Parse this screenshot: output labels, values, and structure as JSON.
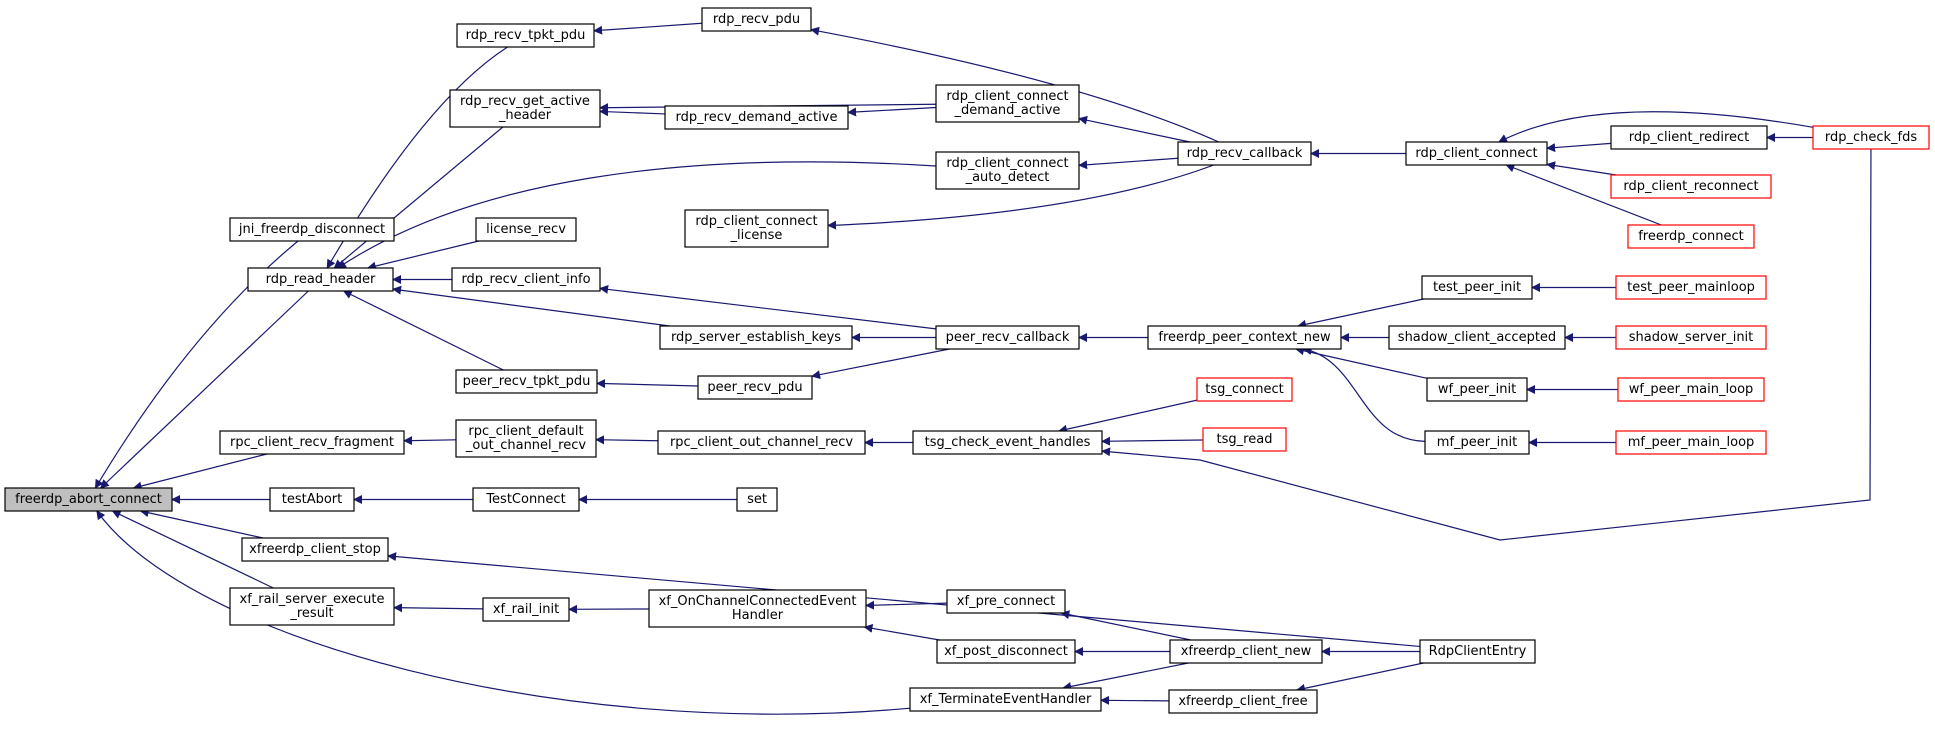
{
  "diagram": {
    "kind": "caller graph",
    "colors": {
      "edge": "#191970",
      "node_border": "#000000",
      "truncated_border": "#ff0000",
      "focus_fill": "#bfbfbf"
    },
    "nodes": [
      {
        "id": "n0",
        "lines": [
          "freerdp_abort_connect"
        ],
        "focus": true
      },
      {
        "id": "n1",
        "lines": [
          "jni_freerdp_disconnect"
        ]
      },
      {
        "id": "n2",
        "lines": [
          "rdp_read_header"
        ]
      },
      {
        "id": "n3",
        "lines": [
          "rpc_client_recv_fragment"
        ]
      },
      {
        "id": "n4",
        "lines": [
          "testAbort"
        ]
      },
      {
        "id": "n5",
        "lines": [
          "xfreerdp_client_stop"
        ]
      },
      {
        "id": "n6",
        "lines": [
          "xf_rail_server_execute",
          "_result"
        ]
      },
      {
        "id": "n7",
        "lines": [
          "xf_TerminateEventHandler"
        ]
      },
      {
        "id": "n8",
        "lines": [
          "rdp_recv_tpkt_pdu"
        ]
      },
      {
        "id": "n9",
        "lines": [
          "rdp_recv_get_active",
          "_header"
        ]
      },
      {
        "id": "n10",
        "lines": [
          "license_recv"
        ]
      },
      {
        "id": "n11",
        "lines": [
          "rdp_recv_client_info"
        ]
      },
      {
        "id": "n12",
        "lines": [
          "rdp_server_establish_keys"
        ]
      },
      {
        "id": "n13",
        "lines": [
          "peer_recv_tpkt_pdu"
        ]
      },
      {
        "id": "n14",
        "lines": [
          "rpc_client_default",
          "_out_channel_recv"
        ]
      },
      {
        "id": "n15",
        "lines": [
          "TestConnect"
        ]
      },
      {
        "id": "n16",
        "lines": [
          "xf_rail_init"
        ]
      },
      {
        "id": "n17",
        "lines": [
          "rdp_recv_pdu"
        ]
      },
      {
        "id": "n18",
        "lines": [
          "rdp_recv_demand_active"
        ]
      },
      {
        "id": "n19",
        "lines": [
          "rdp_client_connect",
          "_license"
        ]
      },
      {
        "id": "n20",
        "lines": [
          "peer_recv_pdu"
        ]
      },
      {
        "id": "n21",
        "lines": [
          "rpc_client_out_channel_recv"
        ]
      },
      {
        "id": "n22",
        "lines": [
          "set"
        ]
      },
      {
        "id": "n23",
        "lines": [
          "xf_OnChannelConnectedEvent",
          "Handler"
        ]
      },
      {
        "id": "n24",
        "lines": [
          "rdp_client_connect",
          "_demand_active"
        ]
      },
      {
        "id": "n25",
        "lines": [
          "rdp_client_connect",
          "_auto_detect"
        ]
      },
      {
        "id": "n26",
        "lines": [
          "peer_recv_callback"
        ]
      },
      {
        "id": "n27",
        "lines": [
          "tsg_check_event_handles"
        ]
      },
      {
        "id": "n28",
        "lines": [
          "xf_pre_connect"
        ]
      },
      {
        "id": "n29",
        "lines": [
          "xf_post_disconnect"
        ]
      },
      {
        "id": "n30",
        "lines": [
          "rdp_recv_callback"
        ]
      },
      {
        "id": "n31",
        "lines": [
          "freerdp_peer_context_new"
        ]
      },
      {
        "id": "n32",
        "lines": [
          "tsg_connect"
        ],
        "truncated": true
      },
      {
        "id": "n33",
        "lines": [
          "tsg_read"
        ],
        "truncated": true
      },
      {
        "id": "n34",
        "lines": [
          "xfreerdp_client_new"
        ]
      },
      {
        "id": "n35",
        "lines": [
          "xfreerdp_client_free"
        ]
      },
      {
        "id": "n36",
        "lines": [
          "rdp_client_connect"
        ]
      },
      {
        "id": "n37",
        "lines": [
          "test_peer_init"
        ]
      },
      {
        "id": "n38",
        "lines": [
          "shadow_client_accepted"
        ]
      },
      {
        "id": "n39",
        "lines": [
          "wf_peer_init"
        ]
      },
      {
        "id": "n40",
        "lines": [
          "mf_peer_init"
        ]
      },
      {
        "id": "n41",
        "lines": [
          "RdpClientEntry"
        ]
      },
      {
        "id": "n42",
        "lines": [
          "rdp_client_redirect"
        ]
      },
      {
        "id": "n43",
        "lines": [
          "rdp_client_reconnect"
        ],
        "truncated": true
      },
      {
        "id": "n44",
        "lines": [
          "freerdp_connect"
        ],
        "truncated": true
      },
      {
        "id": "n45",
        "lines": [
          "test_peer_mainloop"
        ],
        "truncated": true
      },
      {
        "id": "n46",
        "lines": [
          "shadow_server_init"
        ],
        "truncated": true
      },
      {
        "id": "n47",
        "lines": [
          "wf_peer_main_loop"
        ],
        "truncated": true
      },
      {
        "id": "n48",
        "lines": [
          "mf_peer_main_loop"
        ],
        "truncated": true
      },
      {
        "id": "n49",
        "lines": [
          "rdp_check_fds"
        ],
        "truncated": true
      }
    ]
  }
}
